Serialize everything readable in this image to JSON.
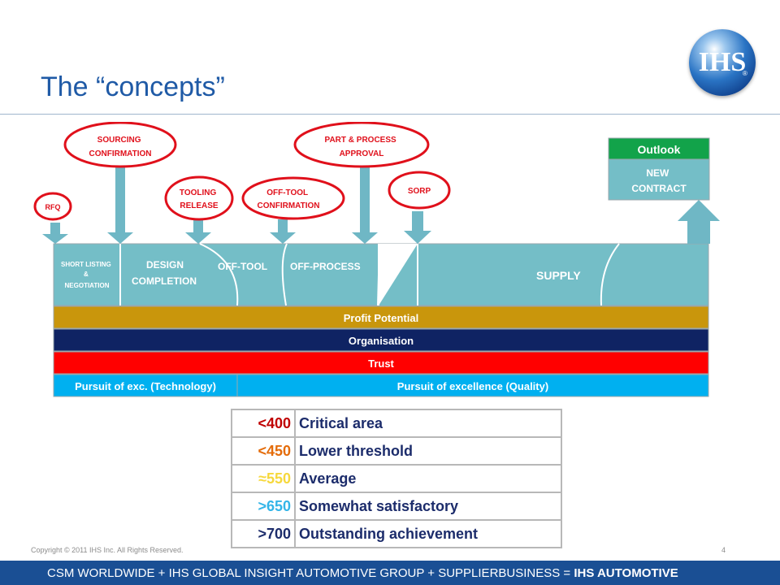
{
  "title": "The “concepts”",
  "logo": {
    "text": "IHS",
    "reg": "®"
  },
  "milestones": {
    "rfq": "RFQ",
    "sourcing": [
      "SOURCING",
      "CONFIRMATION"
    ],
    "tooling": [
      "TOOLING",
      "RELEASE"
    ],
    "offtool": [
      "OFF-TOOL",
      "CONFIRMATION"
    ],
    "ppap": [
      "PART & PROCESS",
      "APPROVAL"
    ],
    "sorp": "SORP"
  },
  "outlook": {
    "header": "Outlook",
    "body": [
      "NEW",
      "CONTRACT"
    ]
  },
  "phases": {
    "shortlisting": [
      "SHORT LISTING",
      "&",
      "NEGOTIATION"
    ],
    "design": [
      "DESIGN",
      "COMPLETION"
    ],
    "offtool": "OFF-TOOL",
    "offprocess": "OFF-PROCESS",
    "supply": "SUPPLY"
  },
  "bands": {
    "profit": "Profit Potential",
    "organisation": "Organisation",
    "trust": "Trust",
    "technology": "Pursuit of exc. (Technology)",
    "quality": "Pursuit of excellence (Quality)"
  },
  "score_table": [
    {
      "score": "<400",
      "label": "Critical area",
      "color": "#c00000"
    },
    {
      "score": "<450",
      "label": "Lower threshold",
      "color": "#e46c0a"
    },
    {
      "score": "≈550",
      "label": "Average",
      "color": "#f6d83c"
    },
    {
      "score": ">650",
      "label": "Somewhat satisfactory",
      "color": "#33b5e8"
    },
    {
      "score": ">700",
      "label": "Outstanding achievement",
      "color": "#1c2c6b"
    }
  ],
  "copyright": "Copyright © 2011 IHS Inc. All Rights Reserved.",
  "page_number": "4",
  "footer": {
    "prefix": "CSM WORLDWIDE + IHS GLOBAL INSIGHT AUTOMOTIVE GROUP + SUPPLIERBUSINESS = ",
    "brand": "IHS AUTOMOTIVE"
  },
  "colors": {
    "teal": "#74bec7",
    "gold": "#c9960c",
    "navy": "#0f2363",
    "red": "#ff0000",
    "blue": "#00b0f0",
    "green": "#12a34a",
    "milestone_ring": "#e0101b",
    "arrow": "#6fb7c5"
  }
}
